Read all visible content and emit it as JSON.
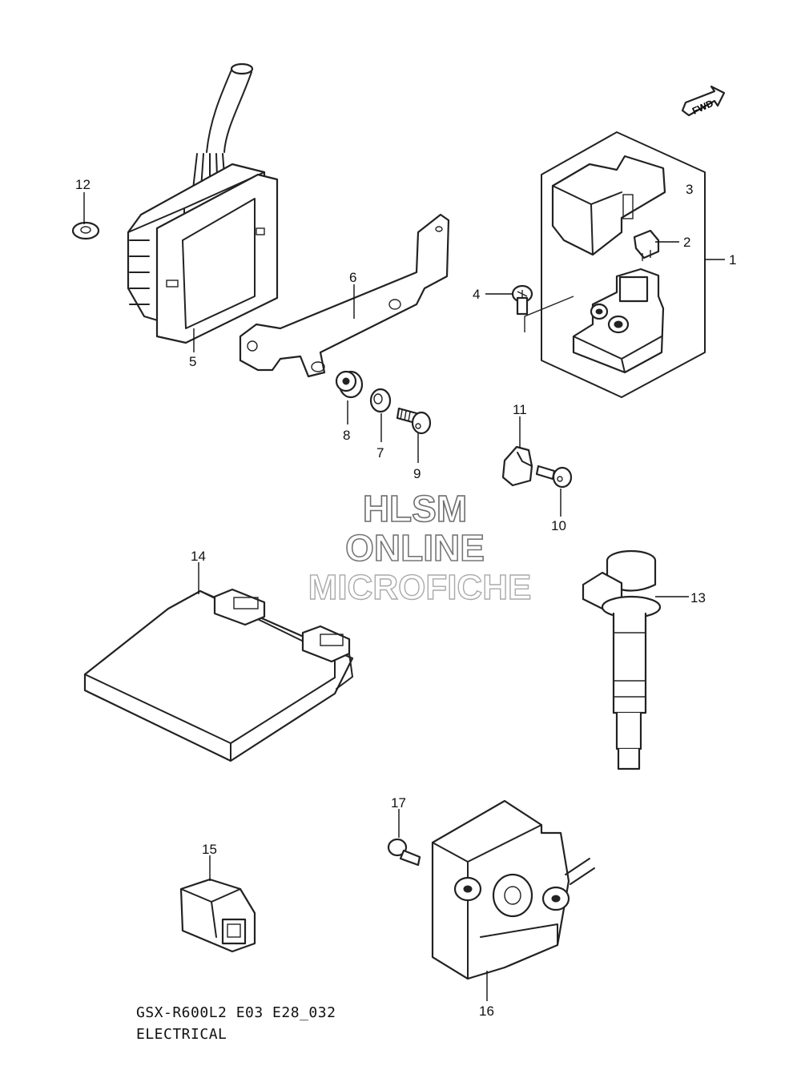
{
  "watermark": {
    "line1": "HLSM",
    "line2": "ONLINE",
    "line3": "MICROFICHE"
  },
  "fwd_label": "FWD",
  "callouts": [
    {
      "id": "c1",
      "label": "1"
    },
    {
      "id": "c2",
      "label": "2"
    },
    {
      "id": "c3",
      "label": "3"
    },
    {
      "id": "c4",
      "label": "4"
    },
    {
      "id": "c5",
      "label": "5"
    },
    {
      "id": "c6",
      "label": "6"
    },
    {
      "id": "c7",
      "label": "7"
    },
    {
      "id": "c8",
      "label": "8"
    },
    {
      "id": "c9",
      "label": "9"
    },
    {
      "id": "c10",
      "label": "10"
    },
    {
      "id": "c11",
      "label": "11"
    },
    {
      "id": "c12",
      "label": "12"
    },
    {
      "id": "c13",
      "label": "13"
    },
    {
      "id": "c14",
      "label": "14"
    },
    {
      "id": "c15",
      "label": "15"
    },
    {
      "id": "c16",
      "label": "16"
    },
    {
      "id": "c17",
      "label": "17"
    }
  ],
  "footer": {
    "code": "GSX-R600L2 E03 E28_032",
    "title": "ELECTRICAL"
  }
}
